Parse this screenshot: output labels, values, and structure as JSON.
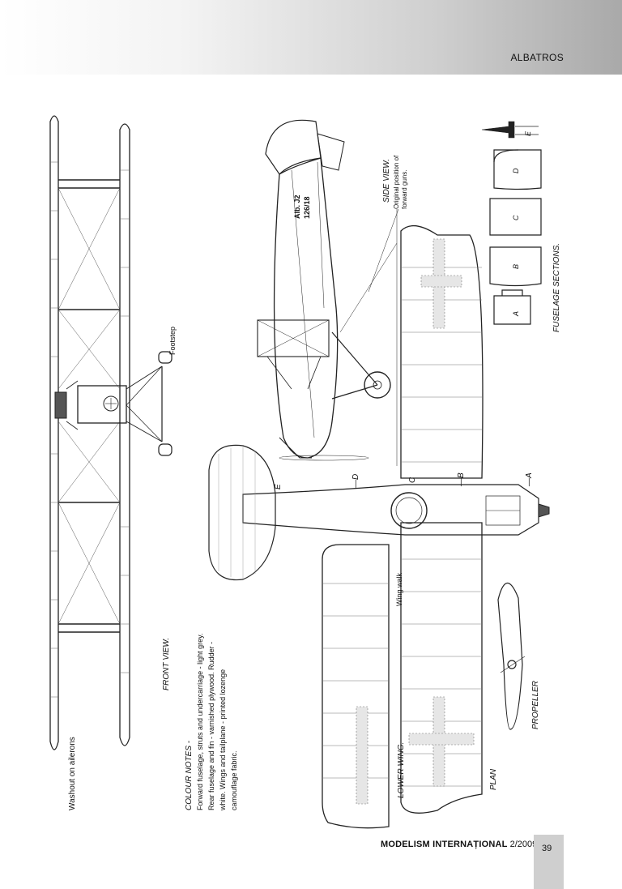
{
  "header": {
    "section_title": "ALBATROS"
  },
  "footer": {
    "magazine": "MODELISM INTERNAȚIONAL",
    "issue": "2/2009",
    "page_number": "39"
  },
  "drawing": {
    "washout_label": "Washout on ailerons",
    "footstep_label": "Footstep",
    "front_view_label": "FRONT VIEW.",
    "colour_notes_title": "COLOUR NOTES -",
    "colour_notes_line1": "Forward fuselage, struts and undercarriage - light grey.",
    "colour_notes_line2": "Rear fuselage and fin - varnished plywood. Rudder -",
    "colour_notes_line3": "white. Wings and tailplane - printed lozenge",
    "colour_notes_line4": "camouflage fabric.",
    "side_view_label": "SIDE VIEW.",
    "side_view_note1": "Original position of",
    "side_view_note2": "forward guns.",
    "serial_line1": "Alb. J2",
    "serial_line2": "126/18",
    "fuselage_sections_label": "FUSELAGE SECTIONS.",
    "section_a": "A",
    "section_b": "B",
    "section_c": "C",
    "section_d": "D",
    "section_e": "E",
    "wing_walk_label": "Wing walk",
    "lower_wing_label": "LOWER WING.",
    "plan_label": "PLAN",
    "propeller_label": "PROPELLER",
    "marker_a": "—A",
    "marker_b": "—B",
    "marker_c": "C",
    "marker_d": "—D",
    "marker_e": "E"
  }
}
